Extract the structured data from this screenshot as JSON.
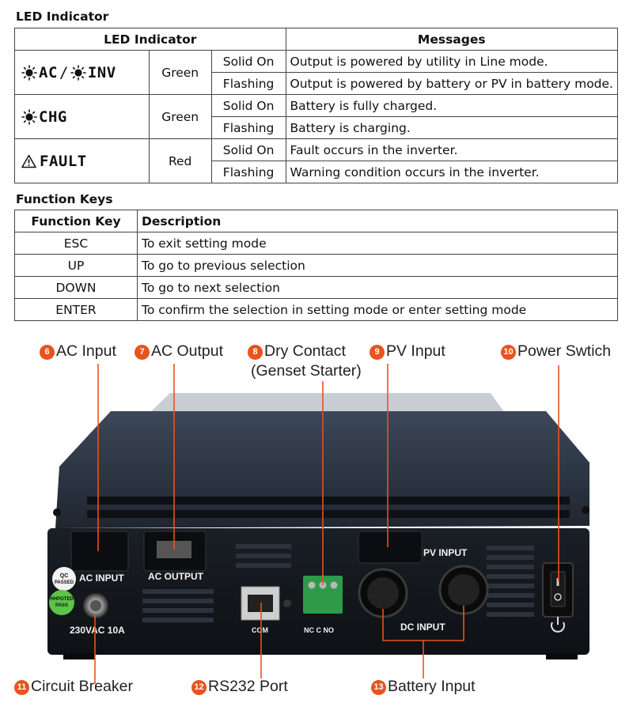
{
  "led_section": {
    "title": "LED Indicator",
    "header_indicator": "LED Indicator",
    "header_messages": "Messages",
    "rows": [
      {
        "indicator_parts": [
          "AC",
          "/",
          "INV"
        ],
        "color": "Green",
        "states": [
          {
            "state": "Solid On",
            "message": "Output is powered by utility in Line mode."
          },
          {
            "state": "Flashing",
            "message": "Output is powered by battery or PV in battery mode."
          }
        ]
      },
      {
        "indicator_parts": [
          "CHG"
        ],
        "color": "Green",
        "states": [
          {
            "state": "Solid On",
            "message": "Battery is fully charged."
          },
          {
            "state": "Flashing",
            "message": "Battery is charging."
          }
        ]
      },
      {
        "indicator_parts": [
          "FAULT"
        ],
        "color": "Red",
        "states": [
          {
            "state": "Solid On",
            "message": "Fault occurs in the inverter."
          },
          {
            "state": "Flashing",
            "message": "Warning condition occurs in the inverter."
          }
        ]
      }
    ]
  },
  "function_section": {
    "title": "Function Keys",
    "header_key": "Function Key",
    "header_desc": "Description",
    "rows": [
      {
        "key": "ESC",
        "desc": "To exit setting mode"
      },
      {
        "key": "UP",
        "desc": "To go to previous selection"
      },
      {
        "key": "DOWN",
        "desc": "To go to next selection"
      },
      {
        "key": "ENTER",
        "desc": "To confirm the selection in setting mode or enter setting mode"
      }
    ]
  },
  "callouts": {
    "ac_input": {
      "num": "6",
      "label": "AC Input"
    },
    "ac_output": {
      "num": "7",
      "label": "AC Output"
    },
    "dry_contact": {
      "num": "8",
      "label": "Dry Contact",
      "sub": "(Genset Starter)"
    },
    "pv_input": {
      "num": "9",
      "label": "PV Input"
    },
    "power_switch": {
      "num": "10",
      "label": "Power Swtich"
    },
    "circuit_breaker": {
      "num": "11",
      "label": "Circuit Breaker"
    },
    "rs232": {
      "num": "12",
      "label": "RS232 Port"
    },
    "battery": {
      "num": "13",
      "label": "Battery Input"
    }
  },
  "device_labels": {
    "ac_input": "AC INPUT",
    "ac_output": "AC  OUTPUT",
    "pv_input": "PV INPUT",
    "dc_input": "DC INPUT",
    "com": "COM",
    "nc_c_no": "NC C NO",
    "rating": "230VAC 10A",
    "qc_line1": "QC",
    "qc_line2": "PASSED",
    "hipot_line1": "HHPOTED",
    "hipot_line2": "PASS"
  },
  "colors": {
    "accent_orange": "#e8531e",
    "callout_line": "#e8531e",
    "device_body": "#2b3340",
    "terminal_green": "#2e9a4a"
  }
}
